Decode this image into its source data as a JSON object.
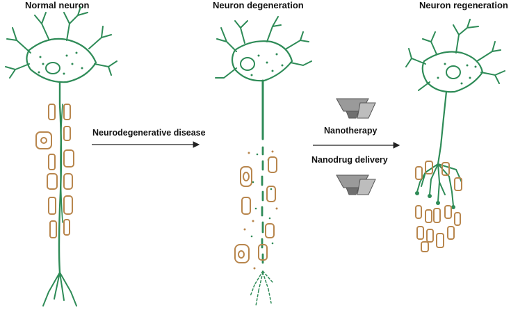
{
  "titles": {
    "normal": "Normal neuron",
    "degeneration": "Neuron degeneration",
    "regeneration": "Neuron regeneration"
  },
  "labels": {
    "disease": "Neurodegenerative disease",
    "therapy": "Nanotherapy",
    "delivery": "Nanodrug delivery"
  },
  "colors": {
    "neuron": "#2e8b57",
    "myelin": "#b8864d",
    "arrow": "#222222",
    "device": "#9a9a9a"
  }
}
